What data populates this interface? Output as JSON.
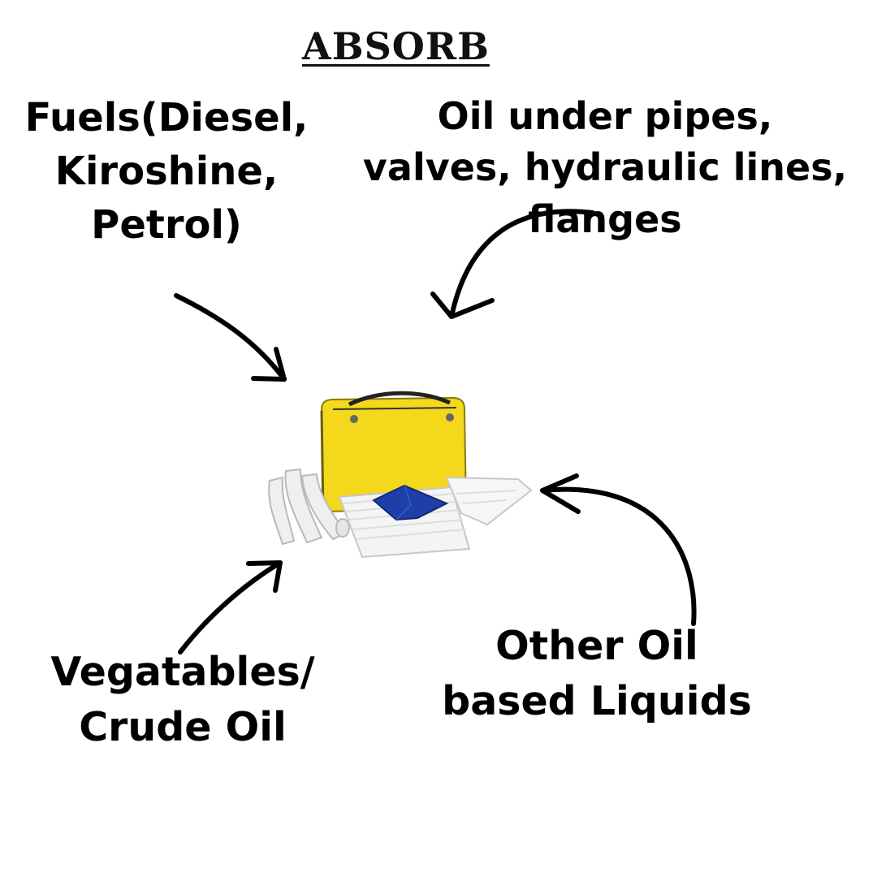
{
  "title": "ABSORB",
  "labels": {
    "fuels": [
      "Fuels(Diesel,",
      "Kiroshine,",
      "Petrol)"
    ],
    "oil_under_pipes": [
      "Oil under pipes,",
      "valves, hydraulic lines,",
      "flanges"
    ],
    "vegetables": [
      "Vegatables/",
      "Crude Oil"
    ],
    "other_oil": [
      "Other Oil",
      "based Liquids"
    ]
  },
  "colors": {
    "text": "#000000",
    "bag_yellow": "#f4d81c",
    "pad_blue": "#1f3fa8",
    "absorbent_white": "#f2f2f2"
  }
}
